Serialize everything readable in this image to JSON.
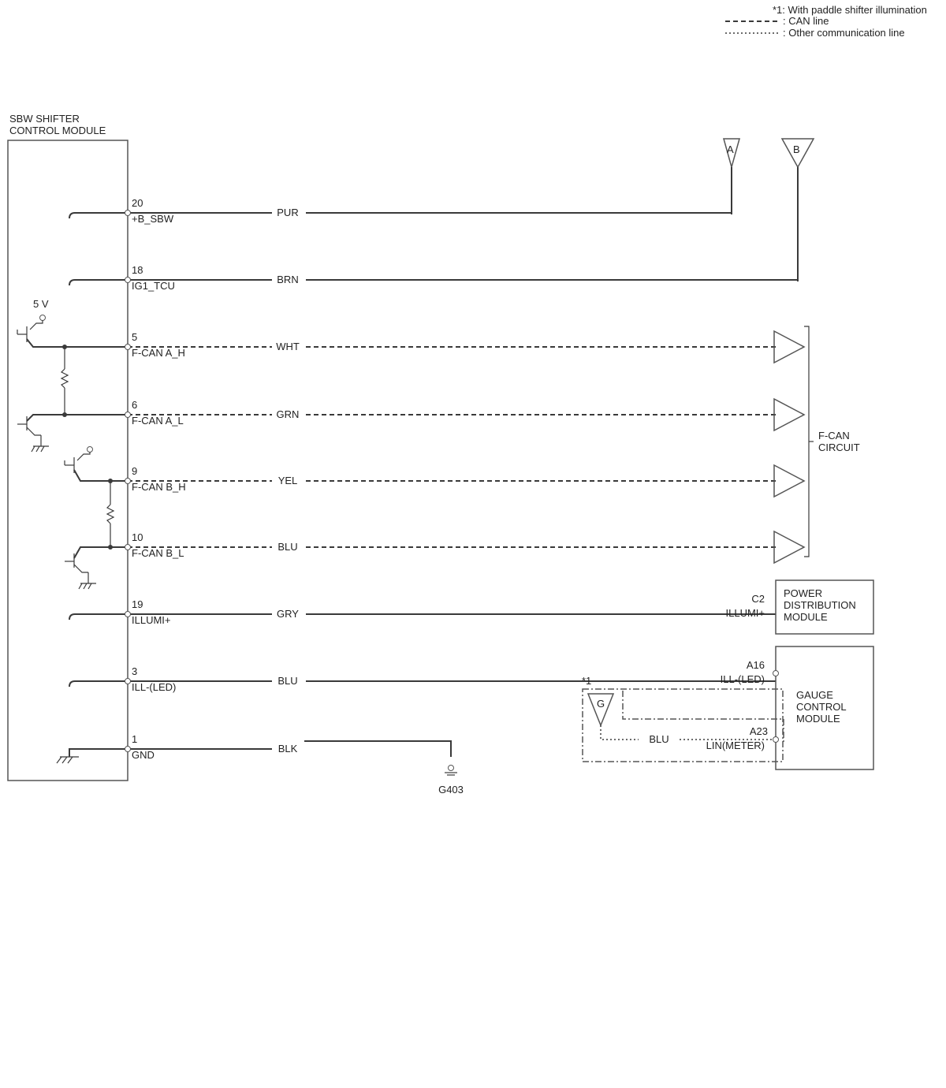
{
  "legend": {
    "note_1": "*1: With paddle shifter illumination",
    "can_line": ": CAN line",
    "other_comm": ": Other communication line"
  },
  "module": {
    "line1": "SBW SHIFTER",
    "line2": "CONTROL MODULE"
  },
  "supply_label": "5 V",
  "terminals": [
    {
      "pin": "20",
      "name": "+B_SBW",
      "wire": "PUR",
      "kind": "power",
      "dest": "A"
    },
    {
      "pin": "18",
      "name": "IG1_TCU",
      "wire": "BRN",
      "kind": "power",
      "dest": "B"
    },
    {
      "pin": "5",
      "name": "F-CAN A_H",
      "wire": "WHT",
      "kind": "can",
      "dest": "F-CAN"
    },
    {
      "pin": "6",
      "name": "F-CAN A_L",
      "wire": "GRN",
      "kind": "can",
      "dest": "F-CAN"
    },
    {
      "pin": "9",
      "name": "F-CAN B_H",
      "wire": "YEL",
      "kind": "can",
      "dest": "F-CAN"
    },
    {
      "pin": "10",
      "name": "F-CAN B_L",
      "wire": "BLU",
      "kind": "can",
      "dest": "F-CAN"
    },
    {
      "pin": "19",
      "name": "ILLUMI+",
      "wire": "GRY",
      "kind": "signal",
      "dest": "POWER DISTRIBUTION MODULE"
    },
    {
      "pin": "3",
      "name": "ILL-(LED)",
      "wire": "BLU",
      "kind": "signal",
      "dest": "GAUGE CONTROL MODULE"
    },
    {
      "pin": "1",
      "name": "GND",
      "wire": "BLK",
      "kind": "ground",
      "dest": "G403"
    }
  ],
  "connectors": {
    "a": "A",
    "b": "B",
    "g": "G"
  },
  "fcan": {
    "line1": "F-CAN",
    "line2": "CIRCUIT"
  },
  "pdm": {
    "line1": "POWER",
    "line2": "DISTRIBUTION",
    "line3": "MODULE",
    "pin": "C2",
    "pin_name": "ILLUMI+"
  },
  "gcm": {
    "line1": "GAUGE",
    "line2": "CONTROL",
    "line3": "MODULE",
    "pin_a16": "A16",
    "pin_a16_name": "ILL-(LED)",
    "pin_a23": "A23",
    "pin_a23_name": "LIN(METER)",
    "lin_wire": "BLU",
    "note": "*1"
  },
  "ground": {
    "label": "G403"
  }
}
